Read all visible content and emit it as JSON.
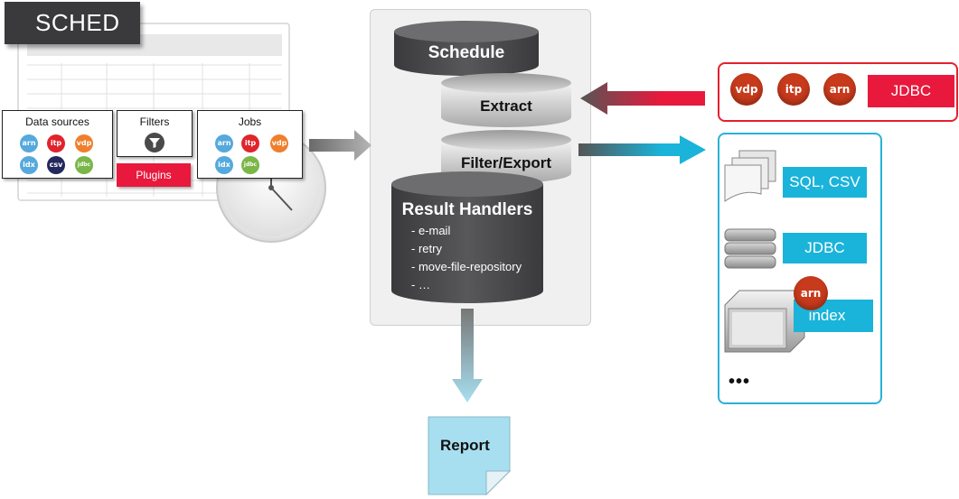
{
  "sched": {
    "label": "SCHED"
  },
  "data_sources": {
    "title": "Data sources",
    "badges": [
      "arn",
      "itp",
      "vdp",
      "idx",
      "csv",
      "jdbc"
    ]
  },
  "filters": {
    "title": "Filters"
  },
  "plugins": {
    "label": "Plugins"
  },
  "jobs": {
    "title": "Jobs",
    "badges": [
      "arn",
      "itp",
      "vdp",
      "idx",
      "jdbc"
    ]
  },
  "pipeline": {
    "schedule": "Schedule",
    "extract": "Extract",
    "filter_export": "Filter/Export",
    "result_handlers": "Result Handlers",
    "handlers": [
      "- e-mail",
      "- retry",
      "- move-file-repository",
      "- …"
    ]
  },
  "sources": {
    "badges": [
      "vdp",
      "itp",
      "arn"
    ],
    "jdbc": "JDBC"
  },
  "destinations": {
    "sql_csv": "SQL, CSV",
    "jdbc": "JDBC",
    "index": "index",
    "arn_badge": "arn",
    "more": "•••"
  },
  "report": {
    "label": "Report"
  },
  "colors": {
    "red": "#e8193c",
    "cyan": "#1ab3d9",
    "dark": "#3a3a3c",
    "grey_panel": "#f0f0f0"
  }
}
